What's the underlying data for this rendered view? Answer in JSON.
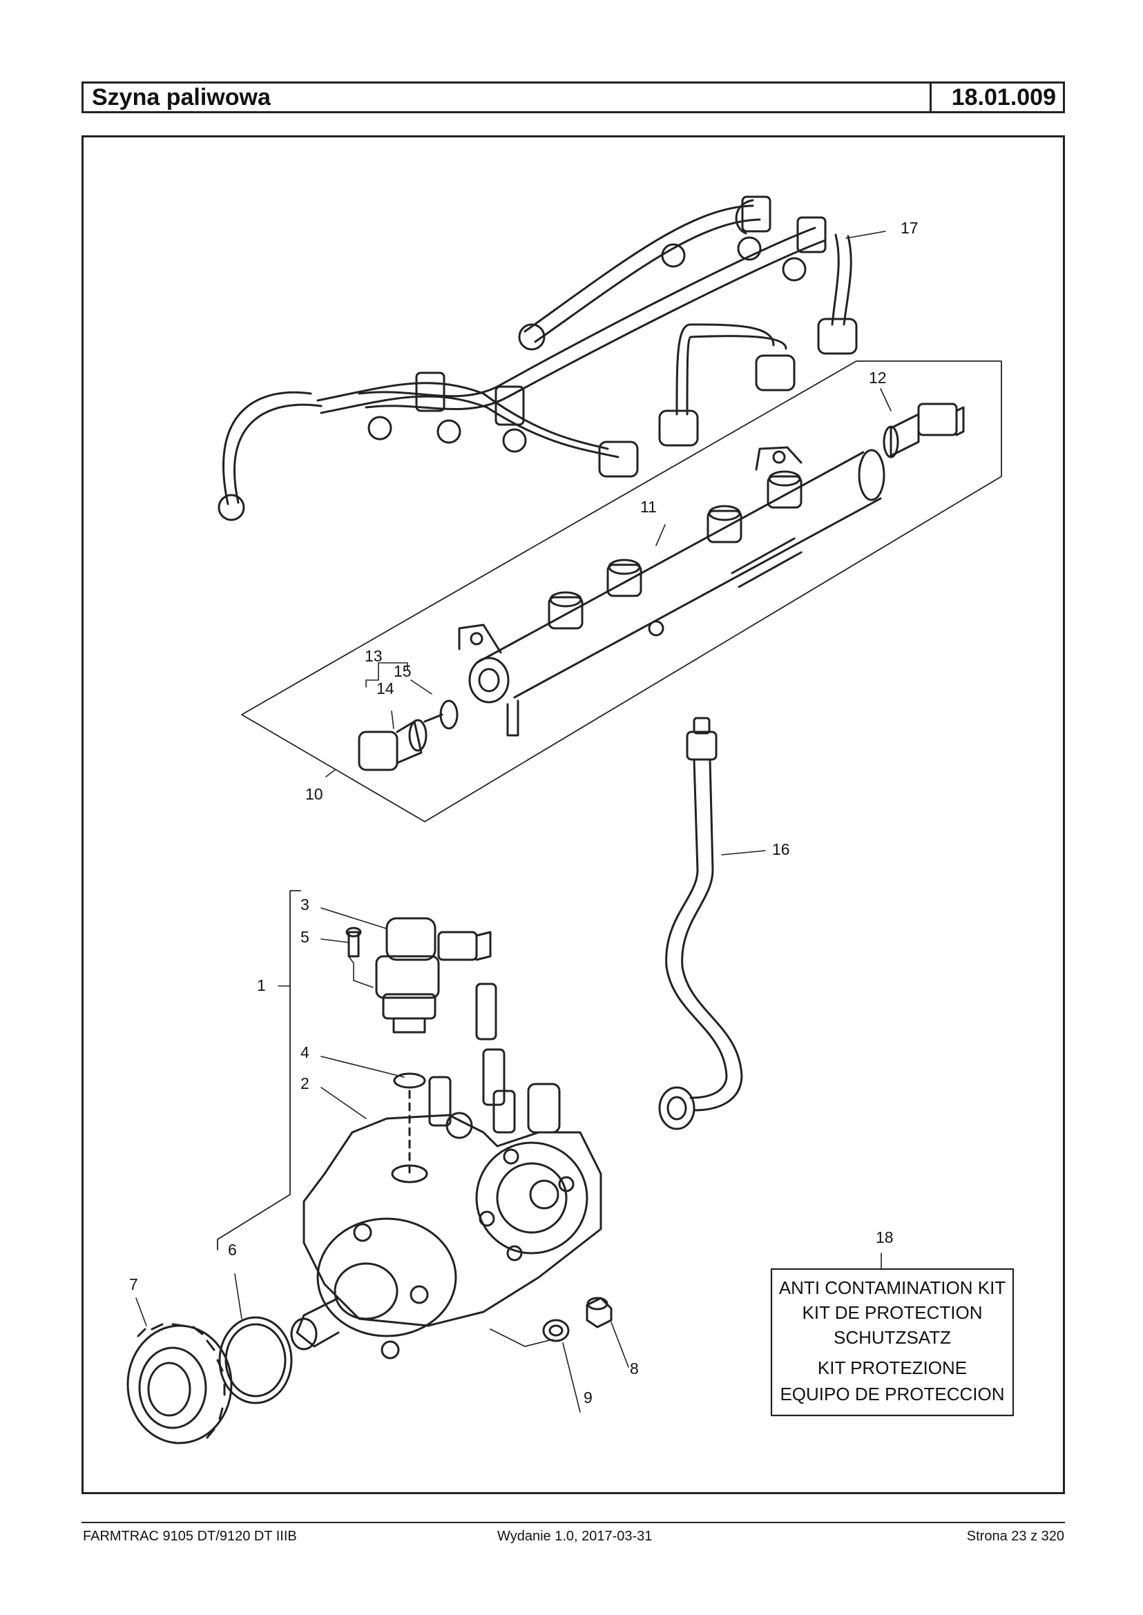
{
  "header": {
    "title": "Szyna paliwowa",
    "code": "18.01.009"
  },
  "callouts": {
    "c1": "1",
    "c2": "2",
    "c3": "3",
    "c4": "4",
    "c5": "5",
    "c6": "6",
    "c7": "7",
    "c8": "8",
    "c9": "9",
    "c10": "10",
    "c11": "11",
    "c12": "12",
    "c13": "13",
    "c14": "14",
    "c15": "15",
    "c16": "16",
    "c17": "17",
    "c18": "18"
  },
  "kit_box": {
    "lines": [
      "ANTI CONTAMINATION KIT",
      "KIT DE PROTECTION",
      "SCHUTZSATZ",
      "KIT PROTEZIONE",
      "EQUIPO DE PROTECCION"
    ]
  },
  "footer": {
    "left": "FARMTRAC 9105 DT/9120 DT IIIB",
    "middle": "Wydanie 1.0,  2017-03-31",
    "right": "Strona 23 z 320"
  }
}
